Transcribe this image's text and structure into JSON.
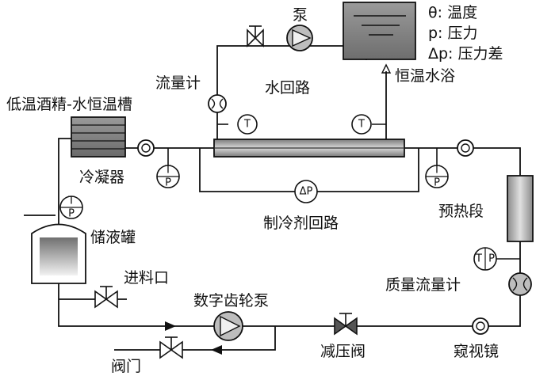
{
  "legend": {
    "theta": "θ: 温度",
    "p": "p: 压力",
    "dp": "Δp: 压力差"
  },
  "labels": {
    "pump": "泵",
    "constant_temp_bath": "恒温水浴",
    "flowmeter": "流量计",
    "water_loop": "水回路",
    "low_temp_bath": "低温酒精-水恒温槽",
    "condenser": "冷凝器",
    "refrigerant_loop": "制冷剂回路",
    "preheating_section": "预热段",
    "reservoir": "储液罐",
    "feed_inlet": "进料口",
    "gear_pump": "数字齿轮泵",
    "mass_flowmeter": "质量流量计",
    "pressure_reducing_valve": "减压阀",
    "sight_glass": "窥视镜",
    "valve": "阀门"
  },
  "symbols": {
    "T": "T",
    "P": "P",
    "dP": "ΔP"
  }
}
